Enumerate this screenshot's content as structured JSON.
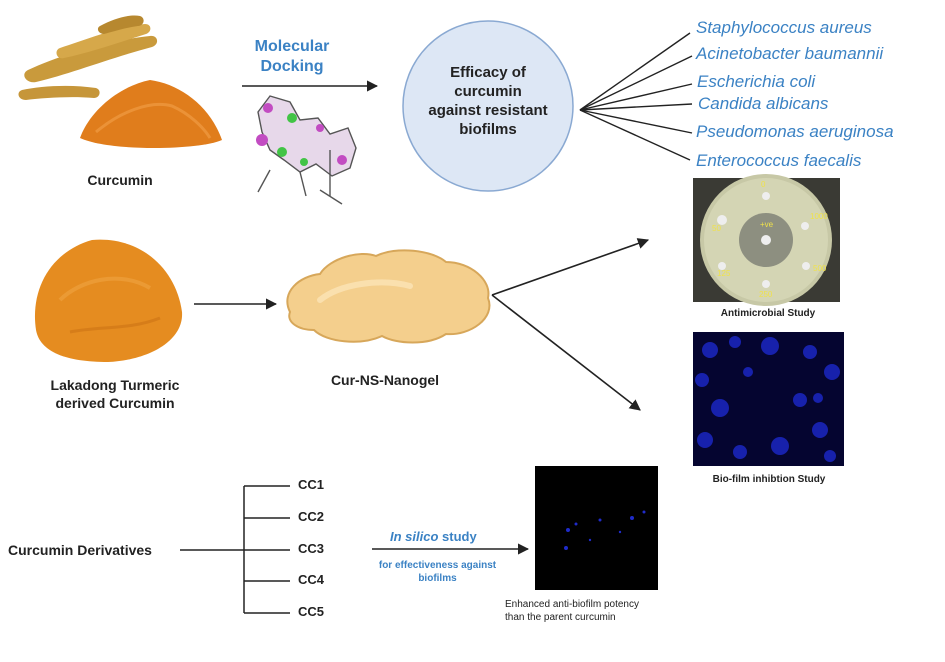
{
  "curcumin_label": "Curcumin",
  "docking_label_line1": "Molecular",
  "docking_label_line2": "Docking",
  "efficacy_lines": [
    "Efficacy of",
    "curcumin",
    "against resistant",
    "biofilms"
  ],
  "organisms": [
    "Staphylococcus aureus",
    "Acinetobacter baumannii",
    "Escherichia coli",
    "Candida albicans",
    "Pseudomonas aeruginosa",
    "Enterococcus faecalis"
  ],
  "plate_numbers": [
    "0",
    "50",
    "1000",
    "+ve",
    "125",
    "500",
    "250"
  ],
  "lakadong_line1": "Lakadong Turmeric",
  "lakadong_line2": "derived Curcumin",
  "nanogel_label": "Cur-NS-Nanogel",
  "antimicrobial_label": "Antimicrobial Study",
  "biofilm_label": "Bio-film inhibtion Study",
  "derivatives_label": "Curcumin Derivatives",
  "derivatives": [
    "CC1",
    "CC2",
    "CC3",
    "CC4",
    "CC5"
  ],
  "insilico_italic": "In silico",
  "insilico_rest": " study",
  "insilico_sub_line1": "for effectiveness against",
  "insilico_sub_line2": "biofilms",
  "enhanced_line1": "Enhanced anti-biofilm potency",
  "enhanced_line2": "than the parent curcumin",
  "colors": {
    "accent_blue": "#3b82c4",
    "circle_fill": "#dde7f5",
    "turmeric": "#e08a26",
    "gel": "#f4cf8d"
  }
}
